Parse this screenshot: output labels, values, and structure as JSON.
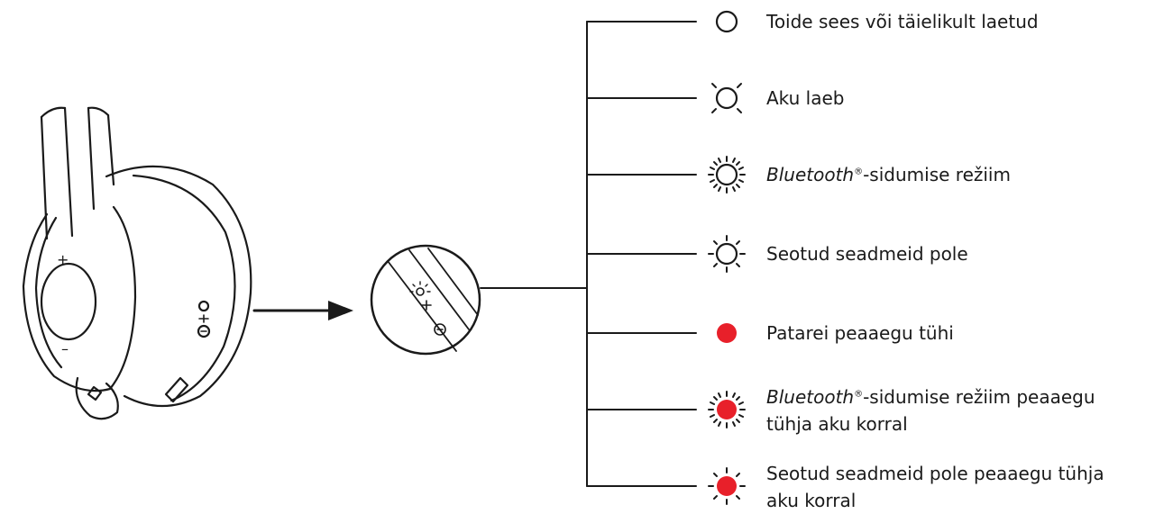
{
  "legend": {
    "items": [
      {
        "id": "power",
        "icon": "led-off-icon",
        "text": "Toide sees või täielikult laetud"
      },
      {
        "id": "charging",
        "icon": "led-pulse-icon",
        "text": "Aku laeb"
      },
      {
        "id": "pairing",
        "icon": "led-fast-blink-icon",
        "brand": "Bluetooth",
        "reg": "®",
        "text": "-sidumise režiim"
      },
      {
        "id": "no-devices",
        "icon": "led-slow-blink-icon",
        "text": "Seotud seadmeid pole"
      },
      {
        "id": "low-battery",
        "icon": "led-red-solid-icon",
        "text": "Patarei peaaegu tühi"
      },
      {
        "id": "pairing-low",
        "icon": "led-red-fast-blink-icon",
        "brand": "Bluetooth",
        "reg": "®",
        "line1": "-sidumise režiim peaaegu",
        "line2": "tühja aku korral"
      },
      {
        "id": "no-devices-low",
        "icon": "led-red-slow-blink-icon",
        "line1": "Seotud seadmeid pole peaaegu tühja",
        "line2": "aku korral"
      }
    ]
  },
  "headset": {
    "plus_symbol": "+",
    "minus_symbol": "–"
  },
  "colors": {
    "stroke": "#1a1a1a",
    "led_red": "#e8202a",
    "background": "#ffffff"
  }
}
